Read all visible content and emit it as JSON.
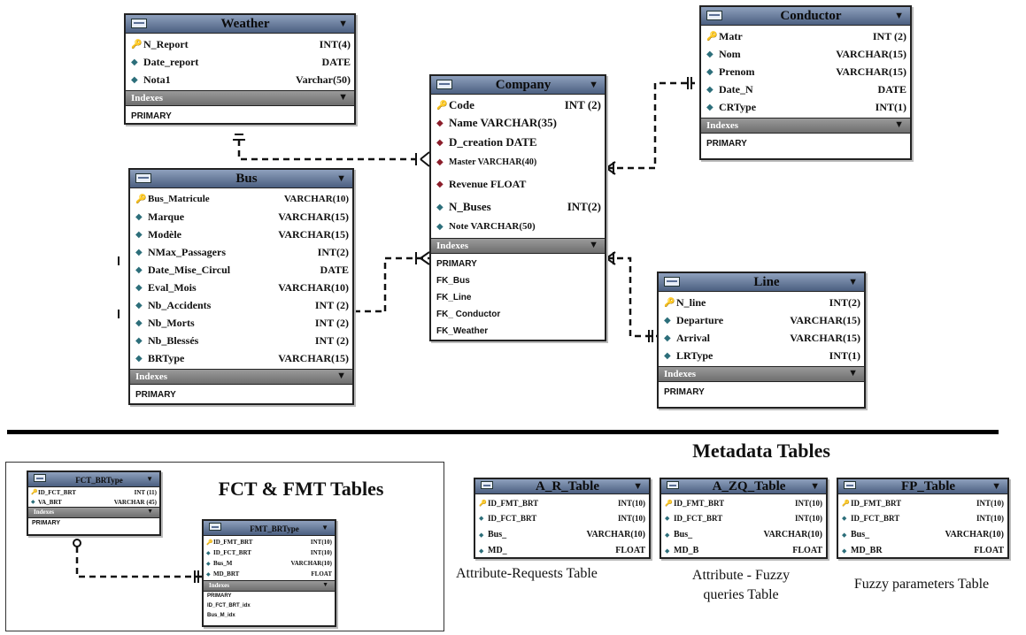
{
  "tables": {
    "weather": {
      "title": "Weather",
      "fields": [
        {
          "name": "N_Report",
          "type": "INT(4)",
          "marker": "key"
        },
        {
          "name": "Date_report",
          "type": "DATE",
          "marker": "attr"
        },
        {
          "name": "Nota1",
          "type": "Varchar(50)",
          "marker": "attr"
        }
      ],
      "indexes_label": "Indexes",
      "indexes": [
        "PRIMARY"
      ]
    },
    "company": {
      "title": "Company",
      "fields": [
        {
          "name": "Code",
          "type": "INT (2)",
          "marker": "key"
        },
        {
          "name": "Name VARCHAR(35)",
          "type": "",
          "marker": "fk"
        },
        {
          "name": "D_creation DATE",
          "type": "",
          "marker": "fk"
        },
        {
          "name": "Master VARCHAR(40)",
          "type": "",
          "marker": "fk"
        },
        {
          "name": "Revenue FLOAT",
          "type": "",
          "marker": "fk"
        },
        {
          "name": "N_Buses",
          "type": "INT(2)",
          "marker": "attr"
        },
        {
          "name": "Note VARCHAR(50)",
          "type": "",
          "marker": "attr"
        }
      ],
      "indexes_label": "Indexes",
      "indexes": [
        "PRIMARY",
        "FK_Bus",
        "FK_Line",
        "FK_ Conductor",
        "FK_Weather"
      ]
    },
    "conductor": {
      "title": "Conductor",
      "fields": [
        {
          "name": "Matr",
          "type": "INT (2)",
          "marker": "key"
        },
        {
          "name": "Nom",
          "type": "VARCHAR(15)",
          "marker": "attr"
        },
        {
          "name": "Prenom",
          "type": "VARCHAR(15)",
          "marker": "attr"
        },
        {
          "name": "Date_N",
          "type": "DATE",
          "marker": "attr"
        },
        {
          "name": "CRType",
          "type": "INT(1)",
          "marker": "attr"
        }
      ],
      "indexes_label": "Indexes",
      "indexes": [
        "PRIMARY"
      ]
    },
    "bus": {
      "title": "Bus",
      "fields": [
        {
          "name": "Bus_Matricule",
          "type": "VARCHAR(10)",
          "marker": "key"
        },
        {
          "name": "Marque",
          "type": "VARCHAR(15)",
          "marker": "attr"
        },
        {
          "name": "Modèle",
          "type": "VARCHAR(15)",
          "marker": "attr"
        },
        {
          "name": "NMax_Passagers",
          "type": "INT(2)",
          "marker": "attr"
        },
        {
          "name": "Date_Mise_Circul",
          "type": "DATE",
          "marker": "attr"
        },
        {
          "name": "Eval_Mois",
          "type": "VARCHAR(10)",
          "marker": "attr"
        },
        {
          "name": "Nb_Accidents",
          "type": "INT (2)",
          "marker": "attr"
        },
        {
          "name": "Nb_Morts",
          "type": "INT (2)",
          "marker": "attr"
        },
        {
          "name": "Nb_Blessés",
          "type": "INT (2)",
          "marker": "attr"
        },
        {
          "name": "BRType",
          "type": "VARCHAR(15)",
          "marker": "attr"
        }
      ],
      "indexes_label": "Indexes",
      "indexes": [
        "PRIMARY"
      ]
    },
    "line": {
      "title": "Line",
      "fields": [
        {
          "name": "N_line",
          "type": "INT(2)",
          "marker": "key"
        },
        {
          "name": "Departure",
          "type": "VARCHAR(15)",
          "marker": "attr"
        },
        {
          "name": "Arrival",
          "type": "VARCHAR(15)",
          "marker": "attr"
        },
        {
          "name": "LRType",
          "type": "INT(1)",
          "marker": "attr"
        }
      ],
      "indexes_label": "Indexes",
      "indexes": [
        "PRIMARY"
      ]
    },
    "fct_brtype": {
      "title": "FCT_BRType",
      "fields": [
        {
          "name": "ID_FCT_BRT",
          "type": "INT (11)",
          "marker": "key"
        },
        {
          "name": "VA_BRT",
          "type": "VARCHAR (45)",
          "marker": "attr"
        }
      ],
      "indexes_label": "Indexes",
      "indexes": [
        "PRIMARY"
      ]
    },
    "fmt_brtype": {
      "title": "FMT_BRType",
      "fields": [
        {
          "name": "ID_FMT_BRT",
          "type": "INT(10)",
          "marker": "key"
        },
        {
          "name": "ID_FCT_BRT",
          "type": "INT(10)",
          "marker": "attr"
        },
        {
          "name": "Bus_M",
          "type": "VARCHAR(10)",
          "marker": "attr"
        },
        {
          "name": "MD_BRT",
          "type": "FLOAT",
          "marker": "attr"
        }
      ],
      "indexes_label": "Indexes",
      "indexes": [
        "PRIMARY",
        "ID_FCT_BRT_idx",
        "Bus_M_idx"
      ]
    },
    "a_r": {
      "title": "A_R_Table",
      "fields": [
        {
          "name": "ID_FMT_BRT",
          "type": "INT(10)",
          "marker": "key"
        },
        {
          "name": "ID_FCT_BRT",
          "type": "INT(10)",
          "marker": "attr"
        },
        {
          "name": "Bus_",
          "type": "VARCHAR(10)",
          "marker": "attr"
        },
        {
          "name": "MD_",
          "type": "FLOAT",
          "marker": "attr"
        }
      ]
    },
    "a_zq": {
      "title": "A_ZQ_Table",
      "fields": [
        {
          "name": "ID_FMT_BRT",
          "type": "INT(10)",
          "marker": "key"
        },
        {
          "name": "ID_FCT_BRT",
          "type": "INT(10)",
          "marker": "attr"
        },
        {
          "name": "Bus_",
          "type": "VARCHAR(10)",
          "marker": "attr"
        },
        {
          "name": "MD_B",
          "type": "FLOAT",
          "marker": "attr"
        }
      ]
    },
    "fp": {
      "title": "FP_Table",
      "fields": [
        {
          "name": "ID_FMT_BRT",
          "type": "INT(10)",
          "marker": "key"
        },
        {
          "name": "ID_FCT_BRT",
          "type": "INT(10)",
          "marker": "attr"
        },
        {
          "name": "Bus_",
          "type": "VARCHAR(10)",
          "marker": "attr"
        },
        {
          "name": "MD_BR",
          "type": "FLOAT",
          "marker": "attr"
        }
      ]
    }
  },
  "section_titles": {
    "metadata": "Metadata Tables",
    "fct_fmt": "FCT  & FMT Tables"
  },
  "captions": {
    "a_r": "Attribute-Requests Table",
    "a_zq": "Attribute - Fuzzy queries Table",
    "fp": "Fuzzy parameters Table"
  }
}
